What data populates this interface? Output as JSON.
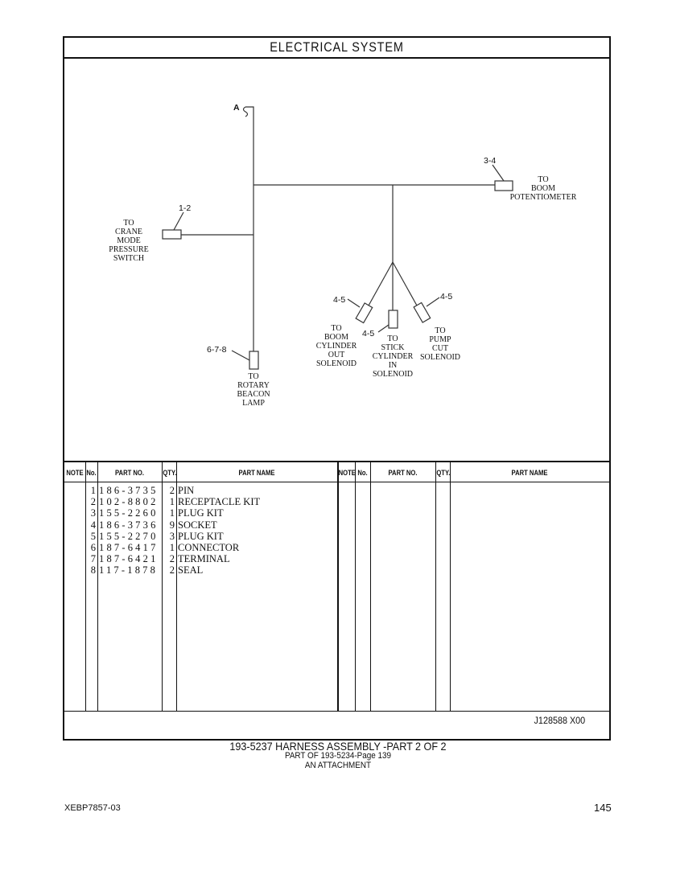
{
  "title": "ELECTRICAL SYSTEM",
  "diagram": {
    "point_a": "A",
    "refs": {
      "crane": "1-2",
      "potentiometer": "3-4",
      "boom_cyl": "4-5",
      "stick_cyl": "4-5",
      "pump": "4-5",
      "beacon": "6-7-8"
    },
    "labels": {
      "crane": [
        "TO",
        "CRANE",
        "MODE",
        "PRESSURE",
        "SWITCH"
      ],
      "potentiometer": [
        "TO",
        "BOOM",
        "POTENTIOMETER"
      ],
      "boom_cyl": [
        "TO",
        "BOOM",
        "CYLINDER",
        "OUT",
        "SOLENOID"
      ],
      "stick_cyl": [
        "TO",
        "STICK",
        "CYLINDER",
        "IN",
        "SOLENOID"
      ],
      "pump": [
        "TO",
        "PUMP",
        "CUT",
        "SOLENOID"
      ],
      "beacon": [
        "TO",
        "ROTARY",
        "BEACON",
        "LAMP"
      ]
    }
  },
  "table": {
    "headers": {
      "note": "NOTE",
      "no": "No.",
      "part_no": "PART NO.",
      "qty": "QTY.",
      "part_name": "PART NAME"
    },
    "rows": [
      {
        "no": "1",
        "part_no": "186-3735",
        "qty": "2",
        "name": "PIN"
      },
      {
        "no": "2",
        "part_no": "102-8802",
        "qty": "1",
        "name": "RECEPTACLE KIT"
      },
      {
        "no": "3",
        "part_no": "155-2260",
        "qty": "1",
        "name": "PLUG KIT"
      },
      {
        "no": "4",
        "part_no": "186-3736",
        "qty": "9",
        "name": "SOCKET"
      },
      {
        "no": "5",
        "part_no": "155-2270",
        "qty": "3",
        "name": "PLUG KIT"
      },
      {
        "no": "6",
        "part_no": "187-6417",
        "qty": "1",
        "name": "CONNECTOR"
      },
      {
        "no": "7",
        "part_no": "187-6421",
        "qty": "2",
        "name": "TERMINAL"
      },
      {
        "no": "8",
        "part_no": "117-1878",
        "qty": "2",
        "name": "SEAL"
      }
    ]
  },
  "drawing_id": "J128588  X00",
  "caption": {
    "line1": "193-5237 HARNESS ASSEMBLY -PART 2 OF 2",
    "line2": "PART OF 193-5234-Page 139",
    "line3": "AN ATTACHMENT"
  },
  "footer": {
    "doc_code": "XEBP7857-03",
    "page": "145"
  }
}
